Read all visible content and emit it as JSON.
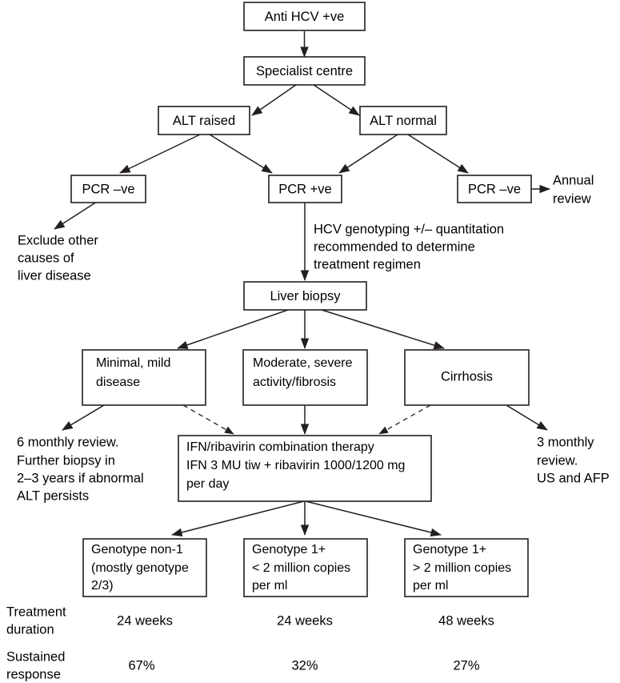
{
  "diagram": {
    "title": "Hepatitis C management flowchart",
    "accent_color": "#231f20",
    "background_color": "#ffffff",
    "nodes": [
      {
        "id": "anti-hcv",
        "lines": [
          "Anti HCV +ve"
        ]
      },
      {
        "id": "specialist-centre",
        "lines": [
          "Specialist centre"
        ]
      },
      {
        "id": "alt-raised",
        "lines": [
          "ALT raised"
        ]
      },
      {
        "id": "alt-normal",
        "lines": [
          "ALT normal"
        ]
      },
      {
        "id": "pcr-negative-left",
        "lines": [
          "PCR –ve"
        ]
      },
      {
        "id": "pcr-positive",
        "lines": [
          "PCR +ve"
        ]
      },
      {
        "id": "pcr-negative-right",
        "lines": [
          "PCR –ve"
        ]
      },
      {
        "id": "liver-biopsy",
        "lines": [
          "Liver biopsy"
        ]
      },
      {
        "id": "minimal-mild",
        "lines": [
          "Minimal, mild",
          "disease"
        ]
      },
      {
        "id": "moderate-severe",
        "lines": [
          "Moderate, severe",
          "activity/fibrosis"
        ]
      },
      {
        "id": "cirrhosis",
        "lines": [
          "Cirrhosis"
        ]
      },
      {
        "id": "combination-therapy",
        "lines": [
          "IFN/ribavirin combination therapy",
          "IFN 3 MU tiw + ribavirin 1000/1200 mg",
          "per day"
        ]
      },
      {
        "id": "genotype-non-1",
        "lines": [
          "Genotype non-1",
          "(mostly genotype",
          "2/3)"
        ]
      },
      {
        "id": "genotype-1-low",
        "lines": [
          "Genotype 1+",
          "< 2 million copies",
          "per ml"
        ]
      },
      {
        "id": "genotype-1-high",
        "lines": [
          "Genotype 1+",
          "> 2 million copies",
          "per ml"
        ]
      }
    ],
    "annotations": [
      {
        "id": "annual-review",
        "lines": [
          "Annual",
          "review"
        ]
      },
      {
        "id": "exclude-other-causes",
        "lines": [
          "Exclude other",
          "causes of",
          "liver disease"
        ]
      },
      {
        "id": "genotyping-note",
        "lines": [
          "HCV genotyping +/– quantitation",
          "recommended to determine",
          "treatment regimen"
        ]
      },
      {
        "id": "six-monthly-review",
        "lines": [
          "6 monthly review.",
          "Further biopsy in",
          "2–3 years if abnormal",
          "ALT persists"
        ]
      },
      {
        "id": "three-monthly-review",
        "lines": [
          "3 monthly",
          "review.",
          "US and AFP"
        ]
      }
    ],
    "summary_rows": [
      {
        "id": "treatment-duration",
        "label_lines": [
          "Treatment",
          "duration"
        ],
        "values": [
          "24 weeks",
          "24 weeks",
          "48 weeks"
        ]
      },
      {
        "id": "sustained-response",
        "label_lines": [
          "Sustained",
          "response"
        ],
        "values": [
          "67%",
          "32%",
          "27%"
        ]
      }
    ]
  }
}
